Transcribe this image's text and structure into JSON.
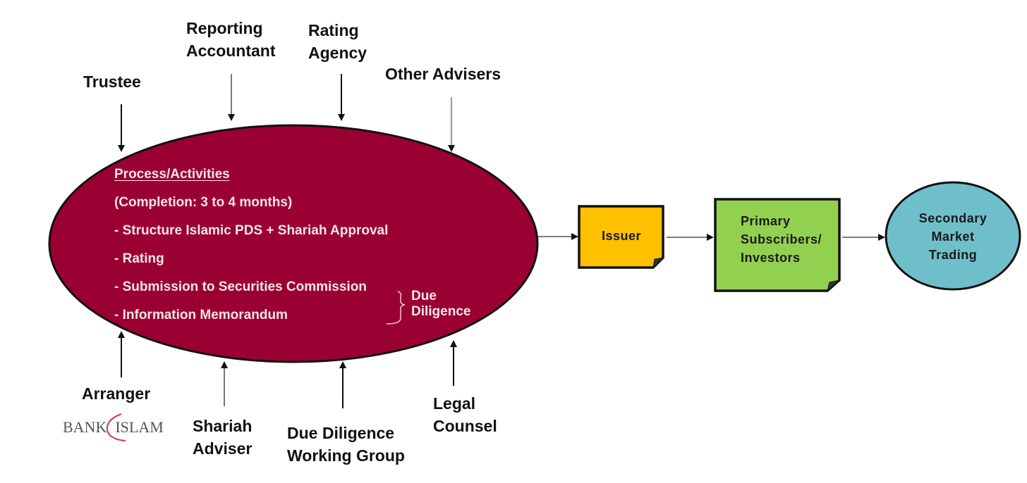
{
  "diagram": {
    "central": {
      "title": "Process/Activities",
      "subtitle": "(Completion: 3 to 4 months)",
      "items": [
        "- Structure Islamic PDS + Shariah Approval",
        "- Rating",
        "- Submission to Securities Commission",
        "- Information Memorandum"
      ],
      "bracket_label_line1": "Due",
      "bracket_label_line2": "Diligence",
      "fill_color": "#9b0033"
    },
    "top_parties": [
      {
        "line1": "Trustee",
        "line2": ""
      },
      {
        "line1": "Reporting",
        "line2": "Accountant"
      },
      {
        "line1": "Rating",
        "line2": "Agency"
      },
      {
        "line1": "Other Advisers",
        "line2": ""
      }
    ],
    "bottom_parties": [
      {
        "line1": "Arranger",
        "line2": ""
      },
      {
        "line1": "Shariah",
        "line2": "Adviser"
      },
      {
        "line1": "Due Diligence",
        "line2": "Working Group"
      },
      {
        "line1": "Legal",
        "line2": "Counsel"
      }
    ],
    "arranger_logo": {
      "left": "BANK",
      "right": "ISLAM"
    },
    "flow": [
      {
        "label": "Issuer",
        "color": "#ffc000"
      },
      {
        "line1": "Primary",
        "line2": "Subscribers/",
        "line3": "Investors",
        "color": "#92d050"
      },
      {
        "line1": "Secondary",
        "line2": "Market",
        "line3": "Trading",
        "color": "#6fbfcb"
      }
    ]
  }
}
